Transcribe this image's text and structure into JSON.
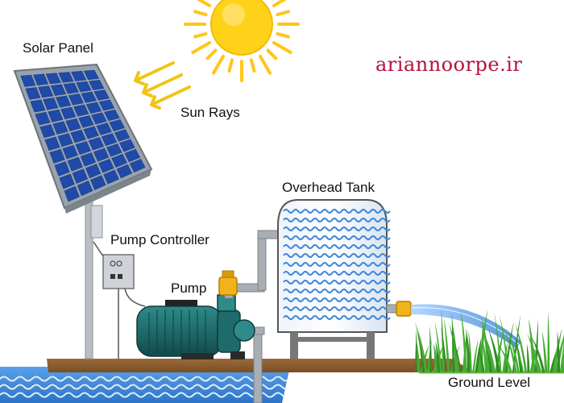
{
  "labels": {
    "solar_panel": "Solar Panel",
    "sun_rays": "Sun Rays",
    "pump_controller": "Pump Controller",
    "pump": "Pump",
    "overhead_tank": "Overhead Tank",
    "ground_level": "Ground Level"
  },
  "watermark": "ariannoorpe.ir",
  "colors": {
    "sun": "#ffd21a",
    "sun_rays": "#ffc61a",
    "panel_cell": "#1f4aa8",
    "panel_frame": "#9aa3ad",
    "water": "#3f86d6",
    "tank": "#dbe8f6",
    "pump": "#1f6b6b",
    "ground": "#8a5a2e",
    "grass": "#3a9b2a",
    "pipe": "#a8aeb4",
    "valve": "#f2b21b",
    "watermark": "#b5123d"
  }
}
